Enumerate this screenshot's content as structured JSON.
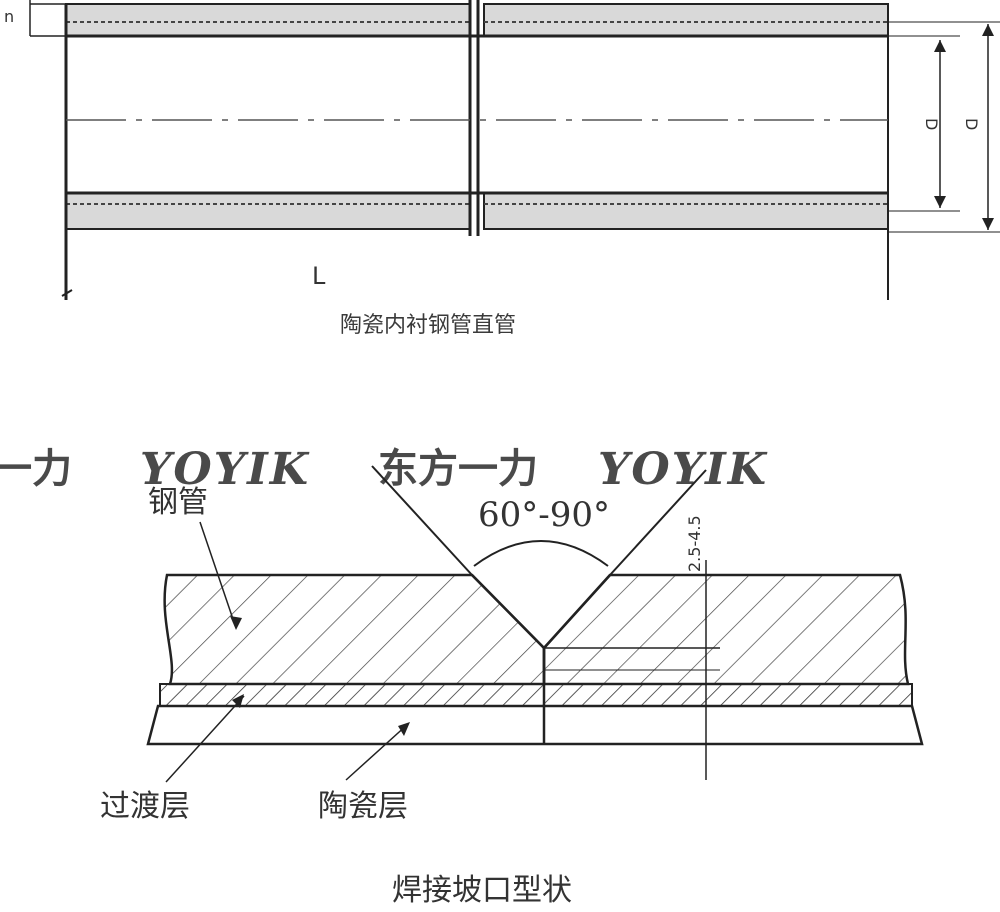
{
  "top_diagram": {
    "caption": "陶瓷内衬钢管直管",
    "length_label": "L",
    "inner_dim_label": "D",
    "outer_dim_label": "D"
  },
  "bottom_diagram": {
    "caption": "焊接坡口型状",
    "angle_label": "60°-90°",
    "gap_label": "2.5-4.5",
    "steel_pipe_label": "钢管",
    "transition_layer_label": "过渡层",
    "ceramic_layer_label": "陶瓷层"
  },
  "watermark": {
    "text_left": "一力",
    "brand_1": "YOYIK",
    "text_mid": "东方一力",
    "brand_2": "YOYIK"
  },
  "colors": {
    "line": "#222222",
    "band_fill": "#d9d9d9",
    "text": "#333333"
  }
}
